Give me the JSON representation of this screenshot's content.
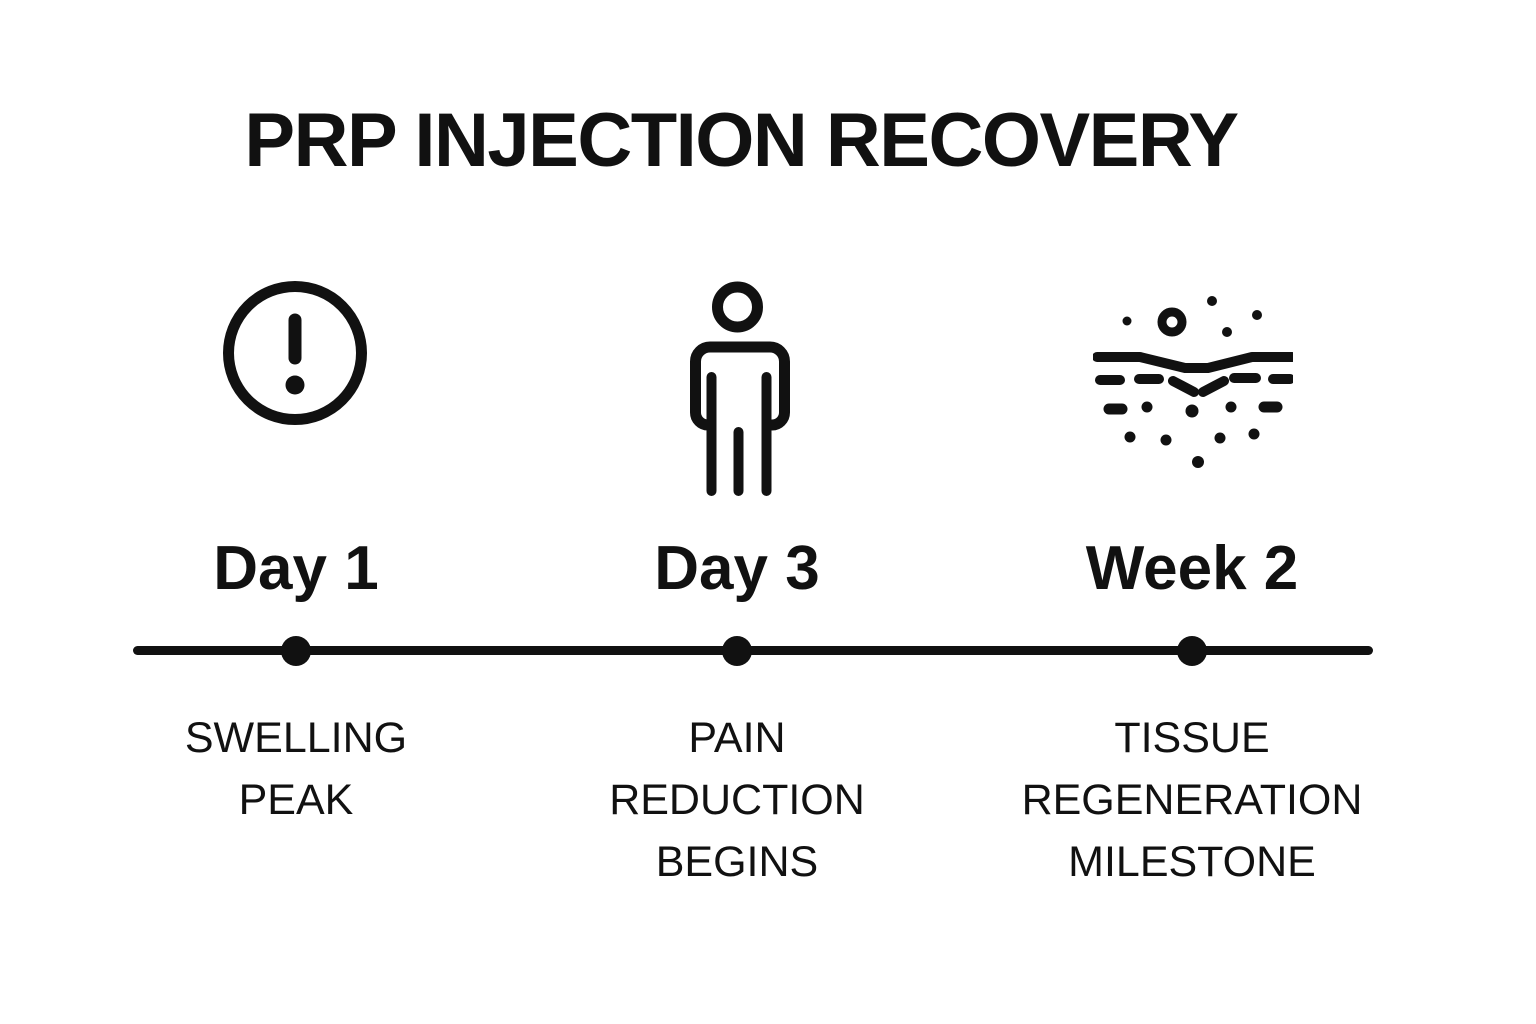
{
  "title": "PRP INJECTION RECOVERY",
  "colors": {
    "ink": "#111111",
    "background": "#ffffff"
  },
  "timeline": {
    "type": "horizontal-timeline",
    "milestones": [
      {
        "icon": "exclamation-circle-icon",
        "time": "Day 1",
        "description": "SWELLING\nPEAK"
      },
      {
        "icon": "person-icon",
        "time": "Day 3",
        "description": "PAIN\nREDUCTION\nBEGINS"
      },
      {
        "icon": "tissue-regeneration-icon",
        "time": "Week 2",
        "description": "TISSUE\nREGENERATION\nMILESTONE"
      }
    ]
  }
}
